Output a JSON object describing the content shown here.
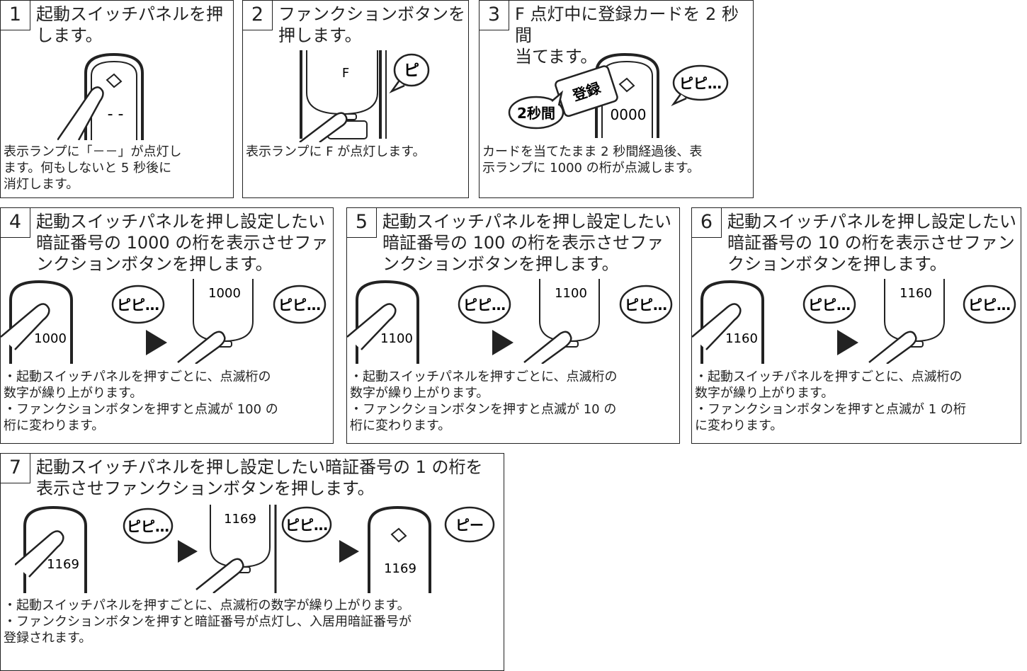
{
  "steps": [
    {
      "num": "1",
      "title": "起動スイッチパネルを押\nします。",
      "desc": "表示ランプに「－－」が点灯し\nます。何もしないと 5 秒後に\n消灯します。",
      "display": "- -"
    },
    {
      "num": "2",
      "title": "ファンクションボタンを\n押します。",
      "desc": "表示ランプに F が点灯します。",
      "display": "F",
      "bubble": "ピ"
    },
    {
      "num": "3",
      "title": "F 点灯中に登録カードを 2 秒間\n当てます。",
      "desc": "カードを当てたまま 2 秒間経過後、表\n示ランプに 1000 の桁が点滅します。",
      "display": "0000",
      "bubble": "ピピ…",
      "card": "登録",
      "bubble2": "2秒間"
    },
    {
      "num": "4",
      "title": "起動スイッチパネルを押し設定したい\n暗証番号の 1000 の桁を表示させファ\nンクションボタンを押します。",
      "desc": "・起動スイッチパネルを押すごとに、点滅桁の\n数字が繰り上がります。\n・ファンクションボタンを押すと点滅が 100 の\n桁に変わります。",
      "display": "1000",
      "bubble": "ピピ…"
    },
    {
      "num": "5",
      "title": "起動スイッチパネルを押し設定したい\n暗証番号の 100 の桁を表示させファ\nンクションボタンを押します。",
      "desc": "・起動スイッチパネルを押すごとに、点滅桁の\n数字が繰り上がります。\n・ファンクションボタンを押すと点滅が 10 の\n桁に変わります。",
      "display": "1100",
      "bubble": "ピピ…"
    },
    {
      "num": "6",
      "title": "起動スイッチパネルを押し設定したい\n暗証番号の 10 の桁を表示させファン\nクションボタンを押します。",
      "desc": "・起動スイッチパネルを押すごとに、点滅桁の\n数字が繰り上がります。\n・ファンクションボタンを押すと点滅が 1 の桁\nに変わります。",
      "display": "1160",
      "bubble": "ピピ…"
    },
    {
      "num": "7",
      "title": "起動スイッチパネルを押し設定したい暗証番号の 1 の桁を\n表示させファンクションボタンを押します。",
      "desc": "・起動スイッチパネルを押すごとに、点滅桁の数字が繰り上がります。\n・ファンクションボタンを押すと暗証番号が点灯し、入居用暗証番号が\n登録されます。",
      "display": "1169",
      "bubble": "ピピ…",
      "bubble_end": "ピー"
    }
  ]
}
